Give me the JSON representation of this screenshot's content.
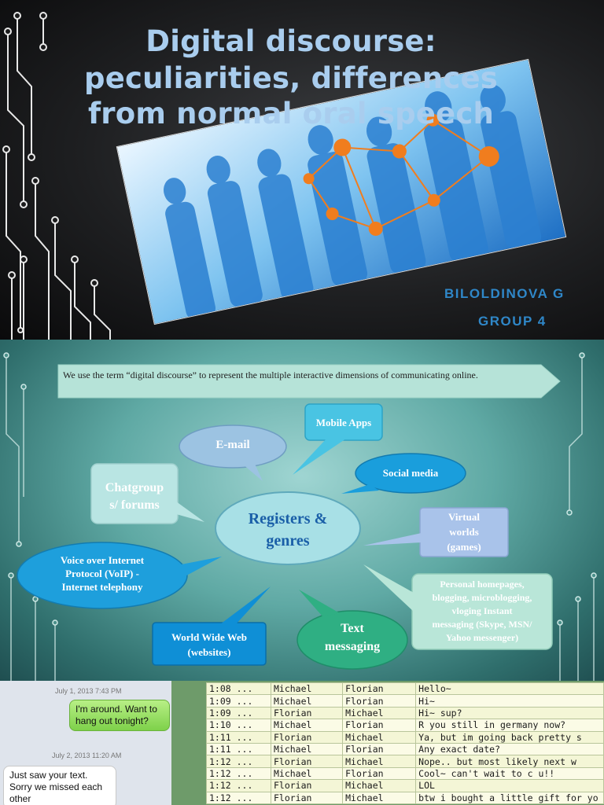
{
  "slide1": {
    "title_lines": [
      "Digital discourse:",
      "peculiarities, differences",
      "from normal oral speech"
    ],
    "author": "BILOLDINOVA G",
    "group": "GROUP 4"
  },
  "slide2": {
    "definition": "We use the term “digital discourse” to represent the multiple interactive dimensions of communicating online.",
    "center": [
      "Registers &",
      "genres"
    ],
    "bubbles": {
      "email": "E-mail",
      "mobile": "Mobile Apps",
      "social": "Social media",
      "chat": [
        "Chatgroup",
        "s/ forums"
      ],
      "virtual": [
        "Virtual",
        "worlds",
        "(games)"
      ],
      "voip": [
        "Voice over Internet",
        "Protocol (VoIP) -",
        "Internet telephony"
      ],
      "personal": [
        "Personal homepages,",
        "blogging, microblogging,",
        "vloging Instant",
        "messaging (Skype, MSN/",
        "Yahoo messenger)"
      ],
      "www": [
        "World Wide Web",
        "(websites)"
      ],
      "text": [
        "Text",
        "messaging"
      ]
    }
  },
  "slide3": {
    "sms": {
      "ts1": "July 1, 2013 7:43 PM",
      "msg1": [
        "I'm around. Want to",
        "hang out tonight?"
      ],
      "ts2": "July 2, 2013 11:20 AM",
      "msg2": [
        "Just saw your text.",
        "Sorry we missed each",
        "other"
      ]
    },
    "chat_rows": [
      [
        "1:08 ...",
        "Michael",
        "Florian",
        "Hello~"
      ],
      [
        "1:09 ...",
        "Michael",
        "Florian",
        "Hi~"
      ],
      [
        "1:09 ...",
        "Florian",
        "Michael",
        "Hi~ sup?"
      ],
      [
        "1:10 ...",
        "Michael",
        "Florian",
        "R you still in germany now?"
      ],
      [
        "1:11 ...",
        "Florian",
        "Michael",
        "Ya, but im going back pretty s"
      ],
      [
        "1:11 ...",
        "Michael",
        "Florian",
        "Any exact date?"
      ],
      [
        "1:12 ...",
        "Florian",
        "Michael",
        "Nope.. but most likely next w"
      ],
      [
        "1:12 ...",
        "Michael",
        "Florian",
        "Cool~ can't wait to c u!!"
      ],
      [
        "1:12 ...",
        "Florian",
        "Michael",
        "LOL"
      ],
      [
        "1:12 ...",
        "Florian",
        "Michael",
        "btw i bought a little gift for yo"
      ]
    ]
  }
}
